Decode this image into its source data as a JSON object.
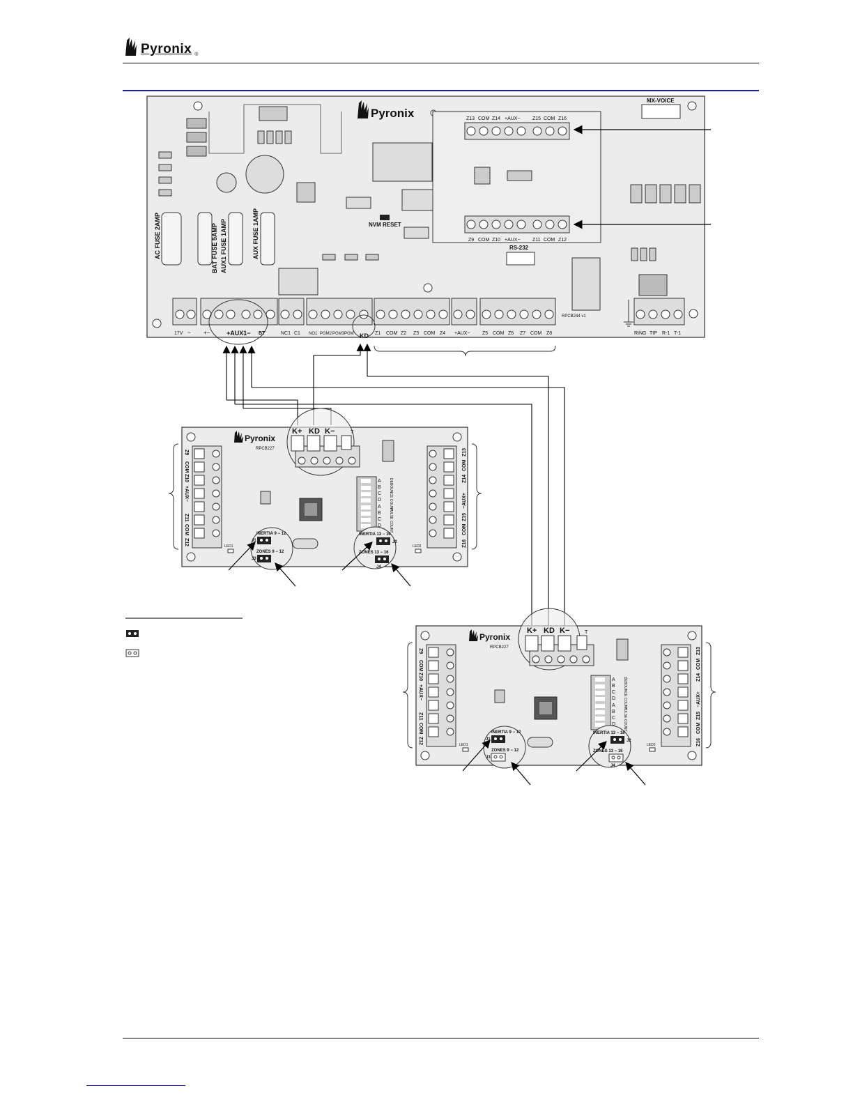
{
  "header": {
    "brand": "Pyronix",
    "trademark": "®"
  },
  "main_board": {
    "brand": "Pyronix",
    "mx_voice": "MX-VOICE",
    "top_terminals": [
      "Z13",
      "COM",
      "Z14",
      "+AUX−",
      "Z15",
      "COM",
      "Z16"
    ],
    "mid_terminals": [
      "Z9",
      "COM",
      "Z10",
      "+AUX−",
      "Z11",
      "COM",
      "Z12"
    ],
    "nvm_reset": "NVM RESET",
    "rs232": "RS-232",
    "fuses": [
      "AC FUSE 2AMP",
      "BAT FUSE 5AMP",
      "AUX1 FUSE 1AMP",
      "AUX FUSE 1AMP"
    ],
    "model": "RPCB244 v1",
    "bottom_terminals": [
      "17V",
      "~",
      "+−",
      "+AUX1−",
      "BT",
      "NC1",
      "C1",
      "NO1",
      "PGM2",
      "PGM3",
      "PGM",
      "KD",
      "Z1",
      "COM",
      "Z2",
      "Z3",
      "COM",
      "Z4",
      "+AUX−",
      "Z5",
      "COM",
      "Z6",
      "Z7",
      "COM",
      "Z8"
    ],
    "tel_terminals": [
      "RING",
      "TIP",
      "R-1",
      "T-1"
    ]
  },
  "expander": {
    "brand": "Pyronix",
    "model": "RPCB227",
    "keypad_terms": [
      "K+",
      "KD",
      "K−"
    ],
    "tamper": "T",
    "left_terms": [
      "Z9",
      "COM",
      "Z10",
      "+AUX−",
      "Z11",
      "COM",
      "Z12"
    ],
    "right_terms": [
      "Z13",
      "COM",
      "Z14",
      "−AUX+",
      "Z15",
      "COM",
      "Z16"
    ],
    "dip_letters": [
      "A",
      "B",
      "C",
      "D",
      "A",
      "B",
      "C",
      "D"
    ],
    "dip_group1": "DEBOUNCE COUNT",
    "dip_group2": "PULSE COUNT",
    "led1": "LED1",
    "led2": "LED2",
    "j1_label": "INERTIA 9 − 12",
    "j3_label": "ZONES 9 − 12",
    "j2_label": "INERTIA 13 − 16",
    "j4_label": "ZONES 13 − 16",
    "j1": "J1",
    "j2": "J2",
    "j3": "J3",
    "j4": "J4"
  }
}
